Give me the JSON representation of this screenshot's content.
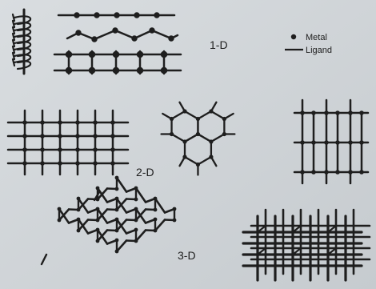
{
  "labels": {
    "one_d": "1-D",
    "two_d": "2-D",
    "three_d": "3-D"
  },
  "legend": {
    "metal": "Metal",
    "ligand": "Ligand"
  },
  "colors": {
    "background": "#cfd3d7",
    "ink": "#1e1e1e"
  }
}
